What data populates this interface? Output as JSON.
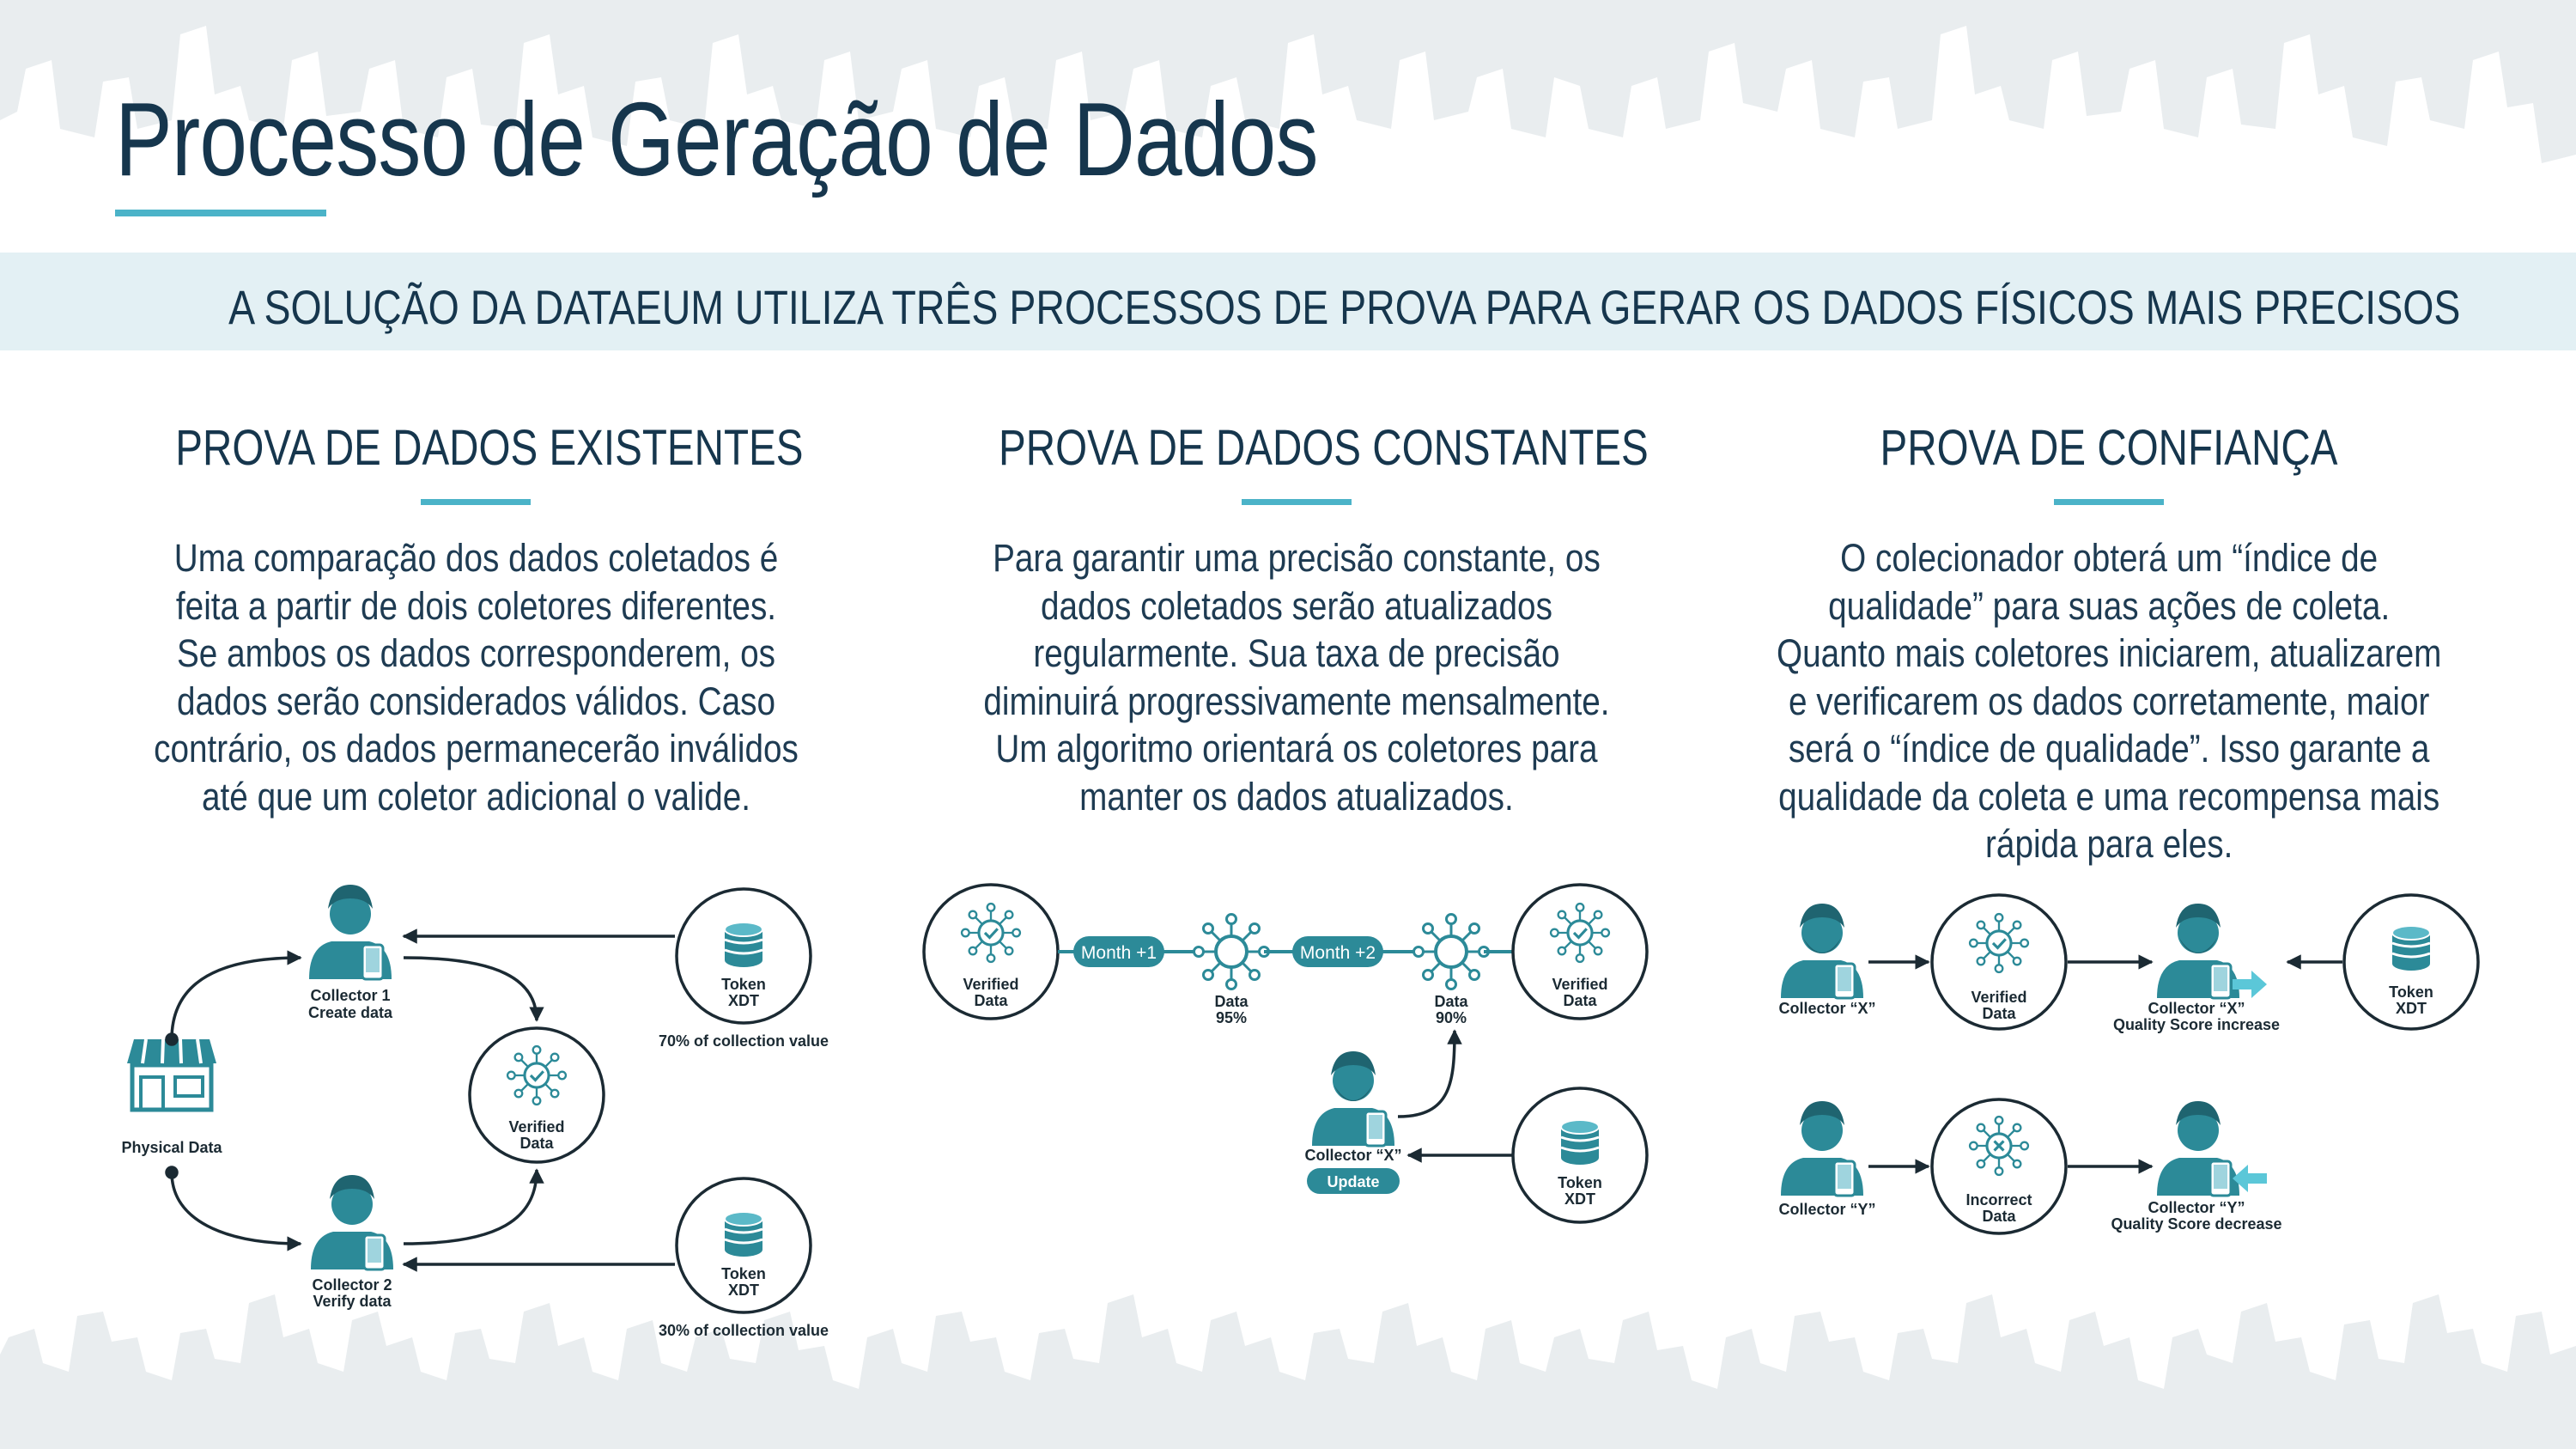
{
  "title": "Processo de Geração de Dados",
  "subtitle": "A SOLUÇÃO DA DATAEUM UTILIZA TRÊS PROCESSOS DE PROVA PARA GERAR OS DADOS FÍSICOS MAIS PRECISOS",
  "colors": {
    "primary_text": "#16364d",
    "accent": "#4bb3c8",
    "icon_teal": "#2c8a98",
    "band": "#e3f0f4"
  },
  "columns": [
    {
      "title": "PROVA DE DADOS EXISTENTES",
      "text": "Uma comparação dos dados coletados é\nfeita a partir de dois coletores diferentes.\nSe ambos os dados corresponderem, os\ndados serão considerados válidos. Caso\ncontrário, os dados permanecerão inválidos\naté que um coletor adicional o valide."
    },
    {
      "title": "PROVA DE DADOS CONSTANTES",
      "text": "Para garantir uma precisão constante, os\ndados coletados serão atualizados\nregularmente. Sua taxa de precisão\ndiminuirá progressivamente mensalmente.\nUm algoritmo orientará os coletores para\nmanter os dados atualizados."
    },
    {
      "title": "PROVA DE CONFIANÇA",
      "text": "O colecionador obterá um “índice de\nqualidade” para suas ações de coleta.\nQuanto mais coletores iniciarem, atualizarem\ne verificarem os dados corretamente, maior\nserá o “índice de qualidade”. Isso garante a\nqualidade da coleta e uma recompensa mais\nrápida para eles."
    }
  ],
  "diagram1": {
    "collector1": [
      "Collector 1",
      "Create data"
    ],
    "collector2": [
      "Collector 2",
      "Verify data"
    ],
    "physical": "Physical Data",
    "verified": [
      "Verified",
      "Data"
    ],
    "token_top": [
      "Token",
      "XDT"
    ],
    "token_top_caption": "70% of collection value",
    "token_bottom": [
      "Token",
      "XDT"
    ],
    "token_bottom_caption": "30% of collection value"
  },
  "diagram2": {
    "verified_left": [
      "Verified",
      "Data"
    ],
    "month1": "Month +1",
    "data95": [
      "Data",
      "95%"
    ],
    "month2": "Month +2",
    "data90": [
      "Data",
      "90%"
    ],
    "verified_right": [
      "Verified",
      "Data"
    ],
    "collector": "Collector “X”",
    "update": "Update",
    "token": [
      "Token",
      "XDT"
    ]
  },
  "diagram3": {
    "collector_x": "Collector “X”",
    "verified": [
      "Verified",
      "Data"
    ],
    "collector_x_result": [
      "Collector “X”",
      "Quality Score increase"
    ],
    "token": [
      "Token",
      "XDT"
    ],
    "collector_y": "Collector “Y”",
    "incorrect": [
      "Incorrect",
      "Data"
    ],
    "collector_y_result": [
      "Collector “Y”",
      "Quality Score decrease"
    ]
  }
}
